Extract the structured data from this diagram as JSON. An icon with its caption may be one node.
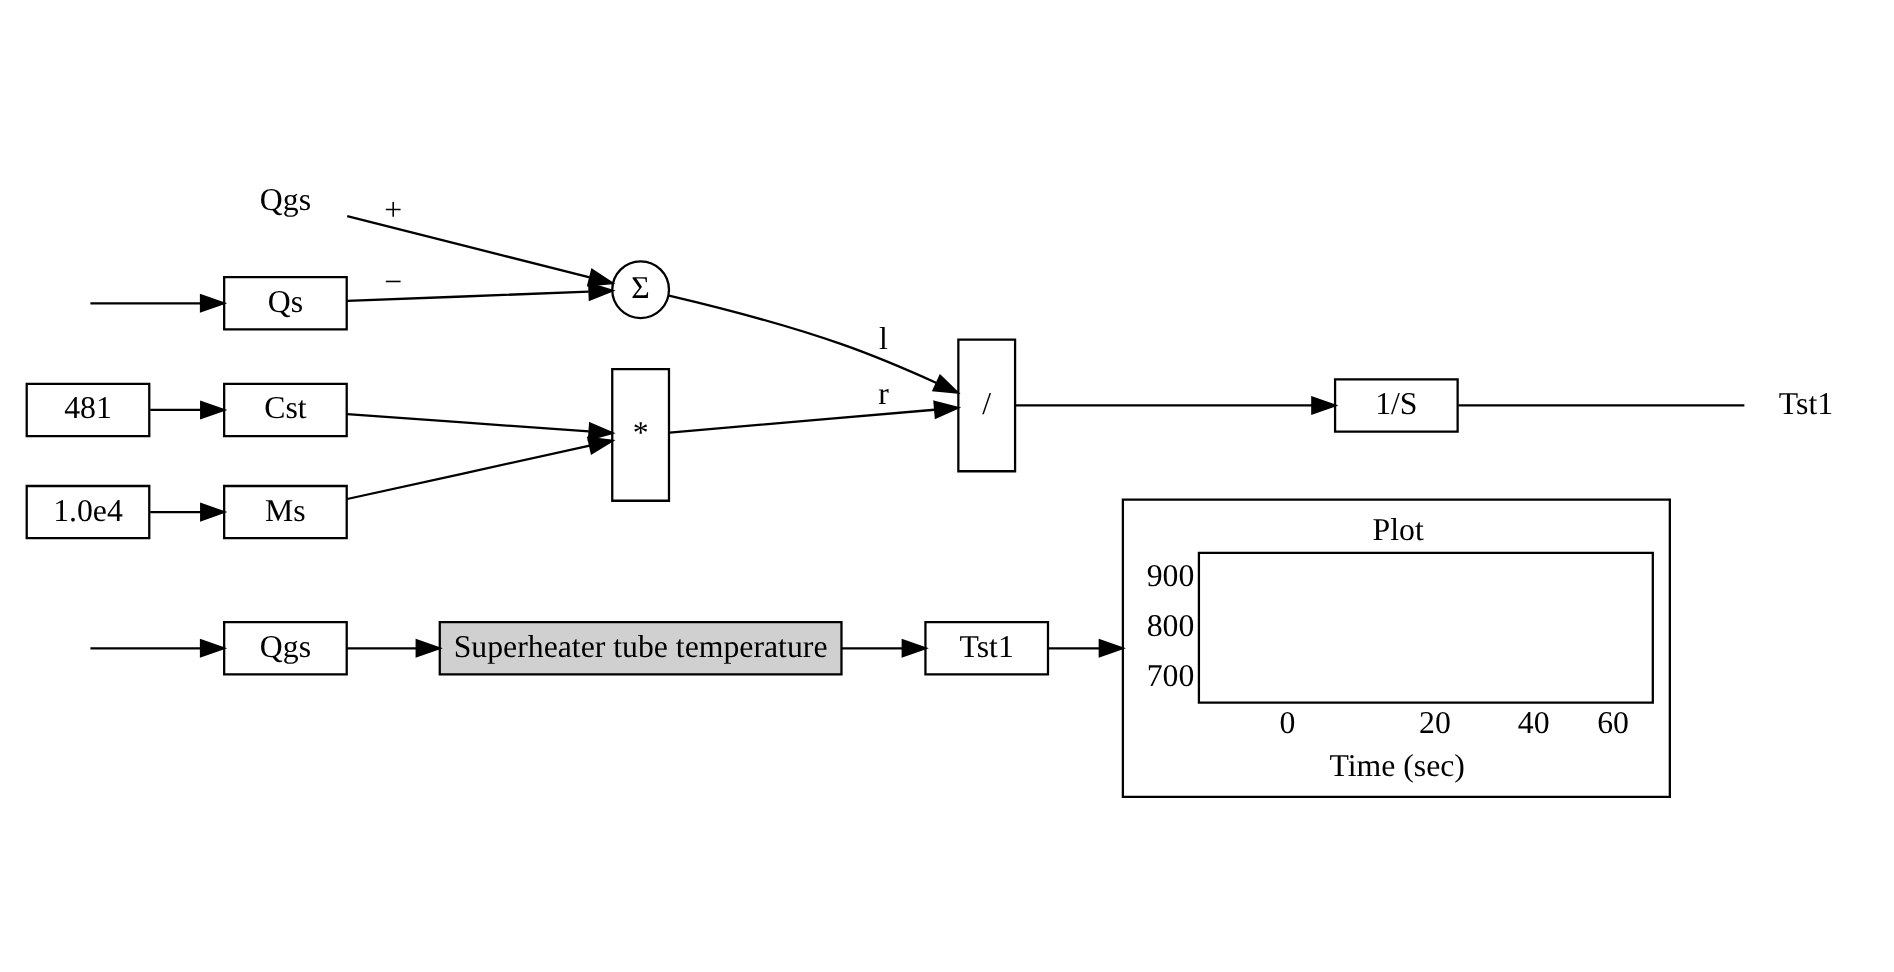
{
  "diagram": {
    "nodes": [
      {
        "text": [
          "Qgs"
        ]
      },
      {
        "text": [
          "Superheater tube temperature"
        ]
      },
      {
        "text": [
          "Tst1"
        ]
      },
      {
        "text": [
          "Plot",
          "900",
          "800",
          "700",
          "0",
          "20",
          "40",
          "60",
          "Time (sec)"
        ]
      },
      {
        "text": [
          "Qgs"
        ]
      },
      {
        "text": [
          "Σ"
        ]
      },
      {
        "text": [
          "Qs"
        ]
      },
      {
        "text": [
          "/"
        ]
      },
      {
        "text": [
          "1/S"
        ]
      },
      {
        "text": [
          "Tst1"
        ]
      },
      {
        "text": [
          "1.0e4"
        ]
      },
      {
        "text": [
          "Ms"
        ]
      },
      {
        "text": [
          "*"
        ]
      },
      {
        "text": [
          "481"
        ]
      },
      {
        "text": [
          "Cst"
        ]
      }
    ],
    "edges": [
      {
        "from": null,
        "to": 0,
        "arrow": "to"
      },
      {
        "from": 0,
        "to": 1,
        "arrow": "to"
      },
      {
        "from": 1,
        "to": 2,
        "arrow": "to"
      },
      {
        "from": 2,
        "to": 3,
        "arrow": "to"
      },
      {
        "from": 4,
        "to": 5,
        "arrow": "to",
        "label": "+"
      },
      {
        "from": null,
        "to": 6,
        "arrow": "to"
      },
      {
        "from": 6,
        "to": 5,
        "arrow": "to",
        "label": "−"
      },
      {
        "from": 5,
        "to": 7,
        "arrow": "to",
        "label": "l"
      },
      {
        "from": 7,
        "to": 8,
        "arrow": "to"
      },
      {
        "from": 8,
        "to": 9,
        "arrow": "none"
      },
      {
        "from": 10,
        "to": 11,
        "arrow": "to"
      },
      {
        "from": 11,
        "to": 12,
        "arrow": "to"
      },
      {
        "from": 13,
        "to": 14,
        "arrow": "to"
      },
      {
        "from": 14,
        "to": 12,
        "arrow": "to"
      },
      {
        "from": 12,
        "to": 7,
        "arrow": "to",
        "label": "r"
      }
    ]
  }
}
